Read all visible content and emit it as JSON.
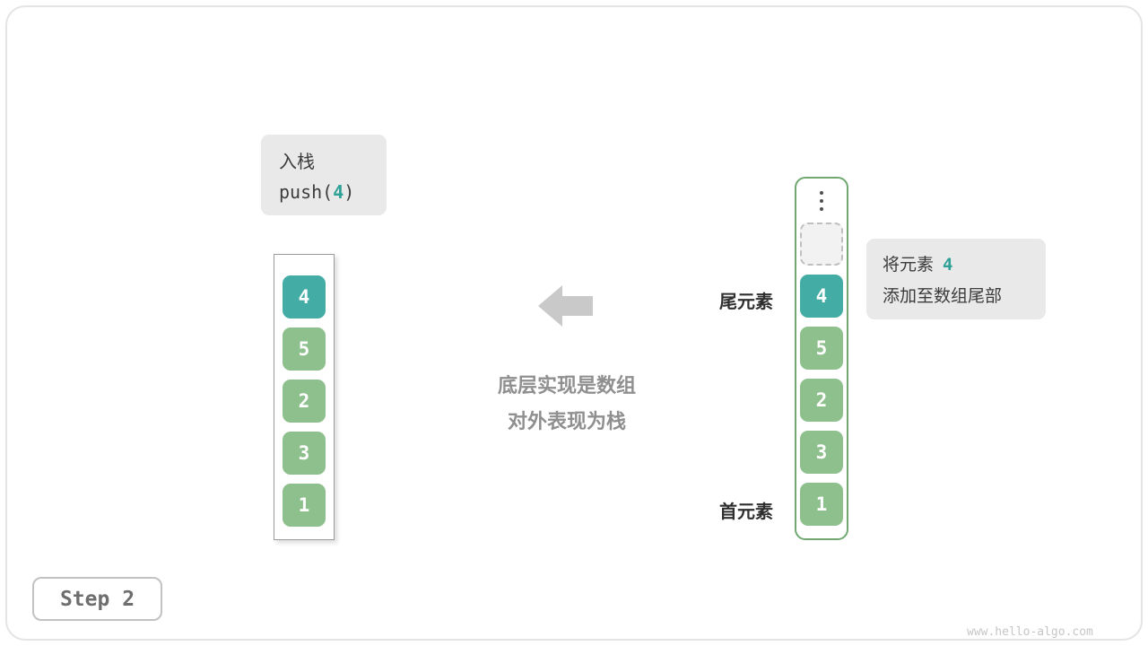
{
  "figure": {
    "step_label": "Step 2",
    "watermark": "www.hello-algo.com"
  },
  "push_box": {
    "line1": "入栈",
    "code_prefix": "push(",
    "code_value": "4",
    "code_suffix": ")"
  },
  "stack": {
    "cells": [
      {
        "value": "4"
      },
      {
        "value": "5"
      },
      {
        "value": "2"
      },
      {
        "value": "3"
      },
      {
        "value": "1"
      }
    ]
  },
  "array": {
    "tail_label": "尾元素",
    "head_label": "首元素",
    "cells": [
      {
        "value": "4"
      },
      {
        "value": "5"
      },
      {
        "value": "2"
      },
      {
        "value": "3"
      },
      {
        "value": "1"
      }
    ]
  },
  "center_note": {
    "line1": "底层实现是数组",
    "line2": "对外表现为栈"
  },
  "annotation_box": {
    "line1_text": "将元素",
    "line1_value": "4",
    "line2": "添加至数组尾部"
  },
  "colors": {
    "highlight_teal": "#43ada5",
    "cell_green": "#8ec08e",
    "panel_border_green": "#70a870",
    "label_box_bg": "#e9e9e9",
    "muted_text": "#8f8f8f",
    "arrow_gray": "#c9c9c9"
  }
}
